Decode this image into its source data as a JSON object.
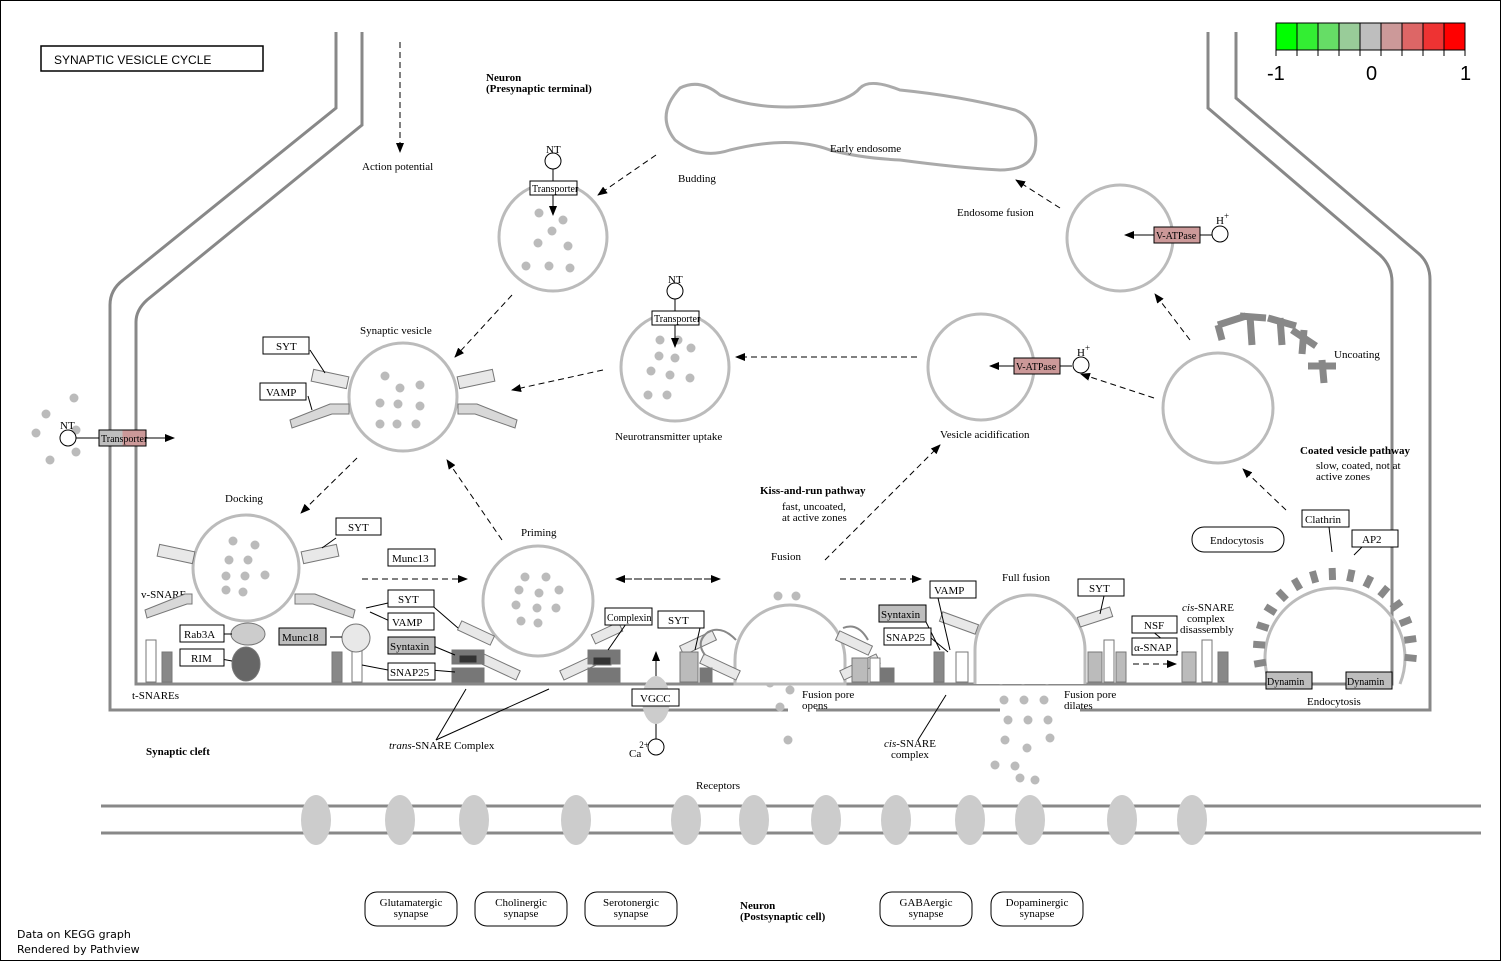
{
  "title": "SYNAPTIC VESICLE CYCLE",
  "legend": {
    "labels": [
      "-1",
      "0",
      "1"
    ],
    "colors": [
      "#00ff00",
      "#33ee33",
      "#66dd66",
      "#99cc99",
      "#bebebe",
      "#cc9999",
      "#dd6666",
      "#ee3333",
      "#ff0000"
    ]
  },
  "regions": {
    "presynaptic_title": "Neuron",
    "presynaptic_sub": "(Presynaptic terminal)",
    "synaptic_cleft": "Synaptic cleft",
    "postsynaptic_title": "Neuron",
    "postsynaptic_sub": "(Postsynaptic cell)"
  },
  "labels": {
    "action_potential": "Action potential",
    "budding": "Budding",
    "early_endosome": "Early endosome",
    "endosome_fusion": "Endosome fusion",
    "synaptic_vesicle": "Synaptic vesicle",
    "neurotransmitter_uptake": "Neurotransmitter uptake",
    "vesicle_acidification": "Vesicle acidification",
    "uncoating": "Uncoating",
    "coated_title": "Coated vesicle pathway",
    "coated_line1": "slow, coated, not at",
    "coated_line2": "active zones",
    "docking": "Docking",
    "priming": "Priming",
    "kiss_title": "Kiss-and-run pathway",
    "kiss_line1": "fast, uncoated,",
    "kiss_line2": "at active zones",
    "fusion": "Fusion",
    "full_fusion": "Full fusion",
    "endocytosis_oval": "Endocytosis",
    "endocytosis": "Endocytosis",
    "v_snare": "v-SNARE",
    "t_snares": "t-SNAREs",
    "trans_snare_em": "trans",
    "trans_snare_rest": "-SNARE Complex",
    "pore_opens_1": "Fusion pore",
    "pore_opens_2": "opens",
    "pore_dilates_1": "Fusion pore",
    "pore_dilates_2": "dilates",
    "cis_snare_em": "cis",
    "cis_snare_rest": "-SNARE",
    "cis_snare_2": "complex",
    "cis_dis_em": "cis",
    "cis_dis_rest": "-SNARE",
    "cis_dis_2": "complex",
    "cis_dis_3": "disassembly",
    "receptors": "Receptors",
    "nt": "NT",
    "h_plus": "H",
    "plus": "+",
    "ca": "Ca",
    "ca_charge": "2+"
  },
  "genes": {
    "transporter": "Transporter",
    "v_atpase": "V-ATPase",
    "syt": "SYT",
    "vamp": "VAMP",
    "munc13": "Munc13",
    "munc18": "Munc18",
    "rab3a": "Rab3A",
    "rim": "RIM",
    "syntaxin": "Syntaxin",
    "snap25": "SNAP25",
    "complexin": "Complexin",
    "vgcc": "VGCC",
    "nsf": "NSF",
    "alpha_snap": "α-SNAP",
    "clathrin": "Clathrin",
    "ap2": "AP2",
    "dynamin": "Dynamin"
  },
  "synapse_links": [
    {
      "line1": "Glutamatergic",
      "line2": "synapse"
    },
    {
      "line1": "Cholinergic",
      "line2": "synapse"
    },
    {
      "line1": "Serotonergic",
      "line2": "synapse"
    },
    {
      "line1": "GABAergic",
      "line2": "synapse"
    },
    {
      "line1": "Dopaminergic",
      "line2": "synapse"
    }
  ],
  "footer": {
    "line1": "Data on KEGG graph",
    "line2": "Rendered by Pathview"
  }
}
